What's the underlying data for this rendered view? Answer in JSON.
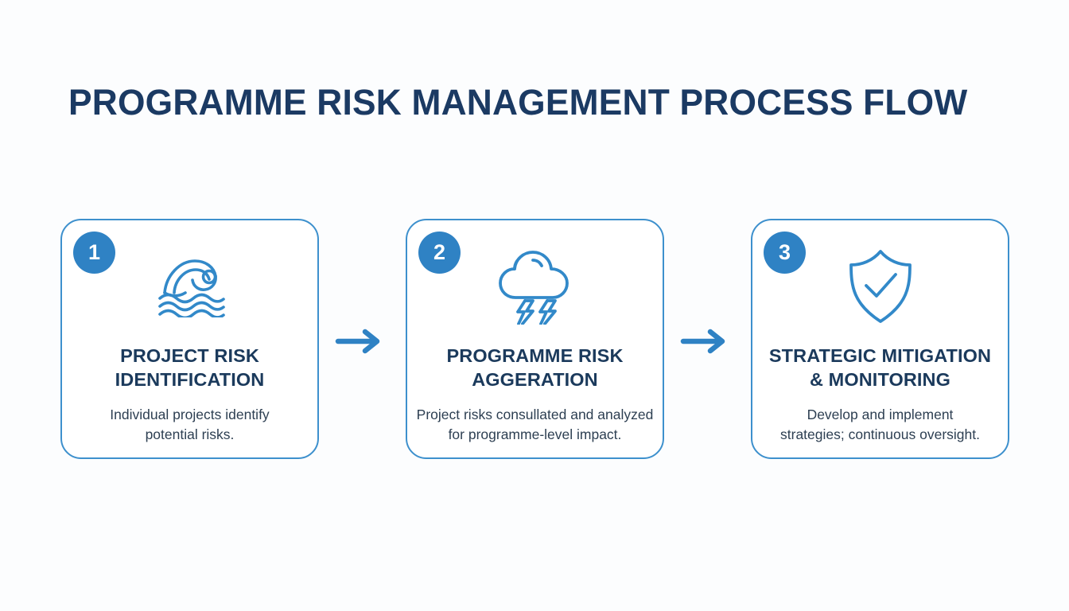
{
  "page": {
    "title": "PROGRAMME RISK MANAGEMENT PROCESS FLOW",
    "background_color": "#fcfdfe",
    "title_color": "#1b3a63"
  },
  "theme": {
    "accent_blue": "#2f82c4",
    "border_blue": "#3d90cd",
    "icon_blue": "#3289c9",
    "heading_navy": "#1b3a5c",
    "body_navy": "#2d3f52",
    "badge_text": "#ffffff"
  },
  "flow": {
    "steps": [
      {
        "number": "1",
        "icon": "wave-icon",
        "heading": "PROJECT RISK\nIDENTIFICATION",
        "description": "Individual projects identify\npotential risks."
      },
      {
        "number": "2",
        "icon": "storm-cloud-lightning-icon",
        "heading": "PROGRAMME RISK\nAGGERATION",
        "description": "Project risks consullated and analyzed\nfor programme-level impact."
      },
      {
        "number": "3",
        "icon": "shield-check-icon",
        "heading": "STRATEGIC MITIGATION\n& MONITORING",
        "description": "Develop and implement\nstrategies; continuous oversight."
      }
    ],
    "connectors": [
      {
        "icon": "arrow-right-icon"
      },
      {
        "icon": "arrow-right-icon"
      }
    ]
  }
}
